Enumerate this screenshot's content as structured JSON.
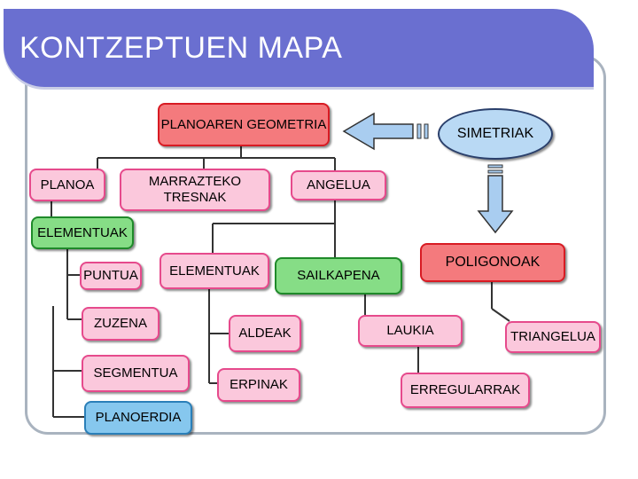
{
  "title": "KONTZEPTUEN MAPA",
  "nodes": {
    "planoaren_geometria": "PLANOAREN GEOMETRIA",
    "simetriak": "SIMETRIAK",
    "planoa": "PLANOA",
    "marrazteko_tresnak": "MARRAZTEKO TRESNAK",
    "angelua": "ANGELUA",
    "elementuak_1": "ELEMENTUAK",
    "puntua": "PUNTUA",
    "elementuak_2": "ELEMENTUAK",
    "sailkapena": "SAILKAPENA",
    "poligonoak": "POLIGONOAK",
    "zuzena": "ZUZENA",
    "aldeak": "ALDEAK",
    "laukia": "LAUKIA",
    "triangelua": "TRIANGELUA",
    "segmentua": "SEGMENTUA",
    "erpinak": "ERPINAK",
    "erregularrak": "ERREGULARRAK",
    "planoerdia": "PLANOERDIA"
  },
  "colors": {
    "title_bar": "#6a6fd0",
    "pink_fill": "#fbc8dc",
    "pink_border": "#e64a8c",
    "red_fill": "#f47a7d",
    "green_fill": "#86dd86",
    "blue_fill": "#86c7ee",
    "oval_fill": "#b9d9f4",
    "arrow_fill": "#a9cdf0"
  }
}
